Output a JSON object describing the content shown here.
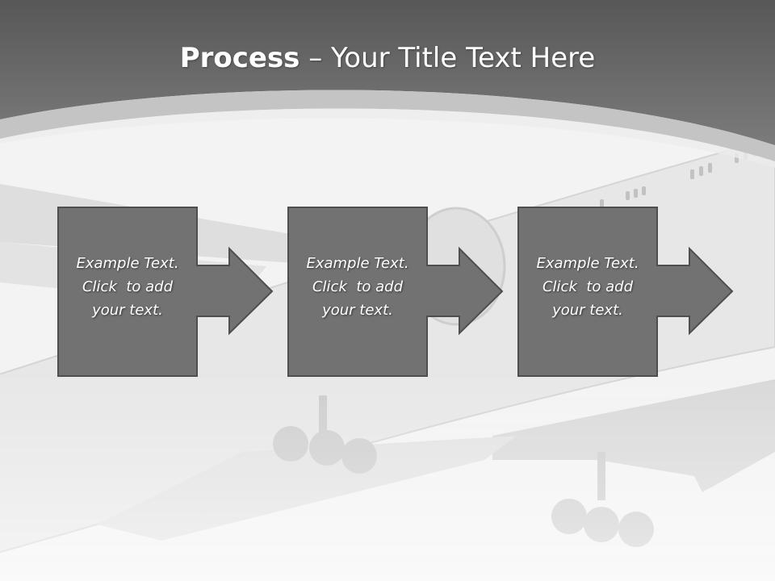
{
  "slide": {
    "title_bold": "Process",
    "title_rest": " – Your Title Text Here",
    "steps": [
      {
        "line1": "Example Text.",
        "line2": "Click  to add",
        "line3": "your text."
      },
      {
        "line1": "Example Text.",
        "line2": "Click  to add",
        "line3": "your text."
      },
      {
        "line1": "Example Text.",
        "line2": "Click  to add",
        "line3": "your text."
      }
    ]
  },
  "colors": {
    "header_dark": "#5a5a5a",
    "box_fill": "#727272",
    "box_border": "#4e4e4e",
    "background": "#f4f4f4"
  }
}
